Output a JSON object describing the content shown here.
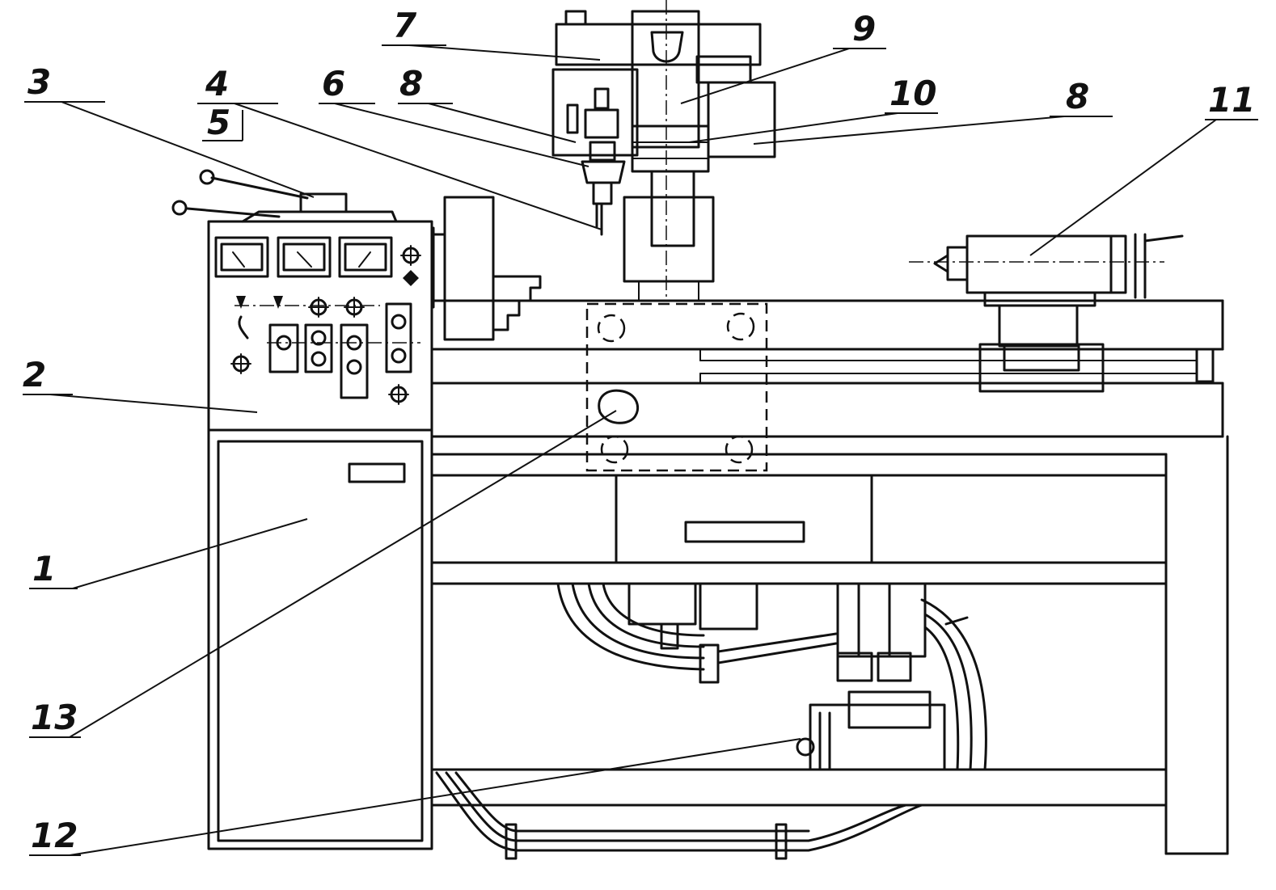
{
  "callouts": {
    "c1": "1",
    "c2": "2",
    "c3": "3",
    "c4": "4",
    "c5": "5",
    "c6": "6",
    "c7": "7",
    "c8a": "8",
    "c8b": "8",
    "c9": "9",
    "c10": "10",
    "c11": "11",
    "c12": "12",
    "c13": "13"
  }
}
